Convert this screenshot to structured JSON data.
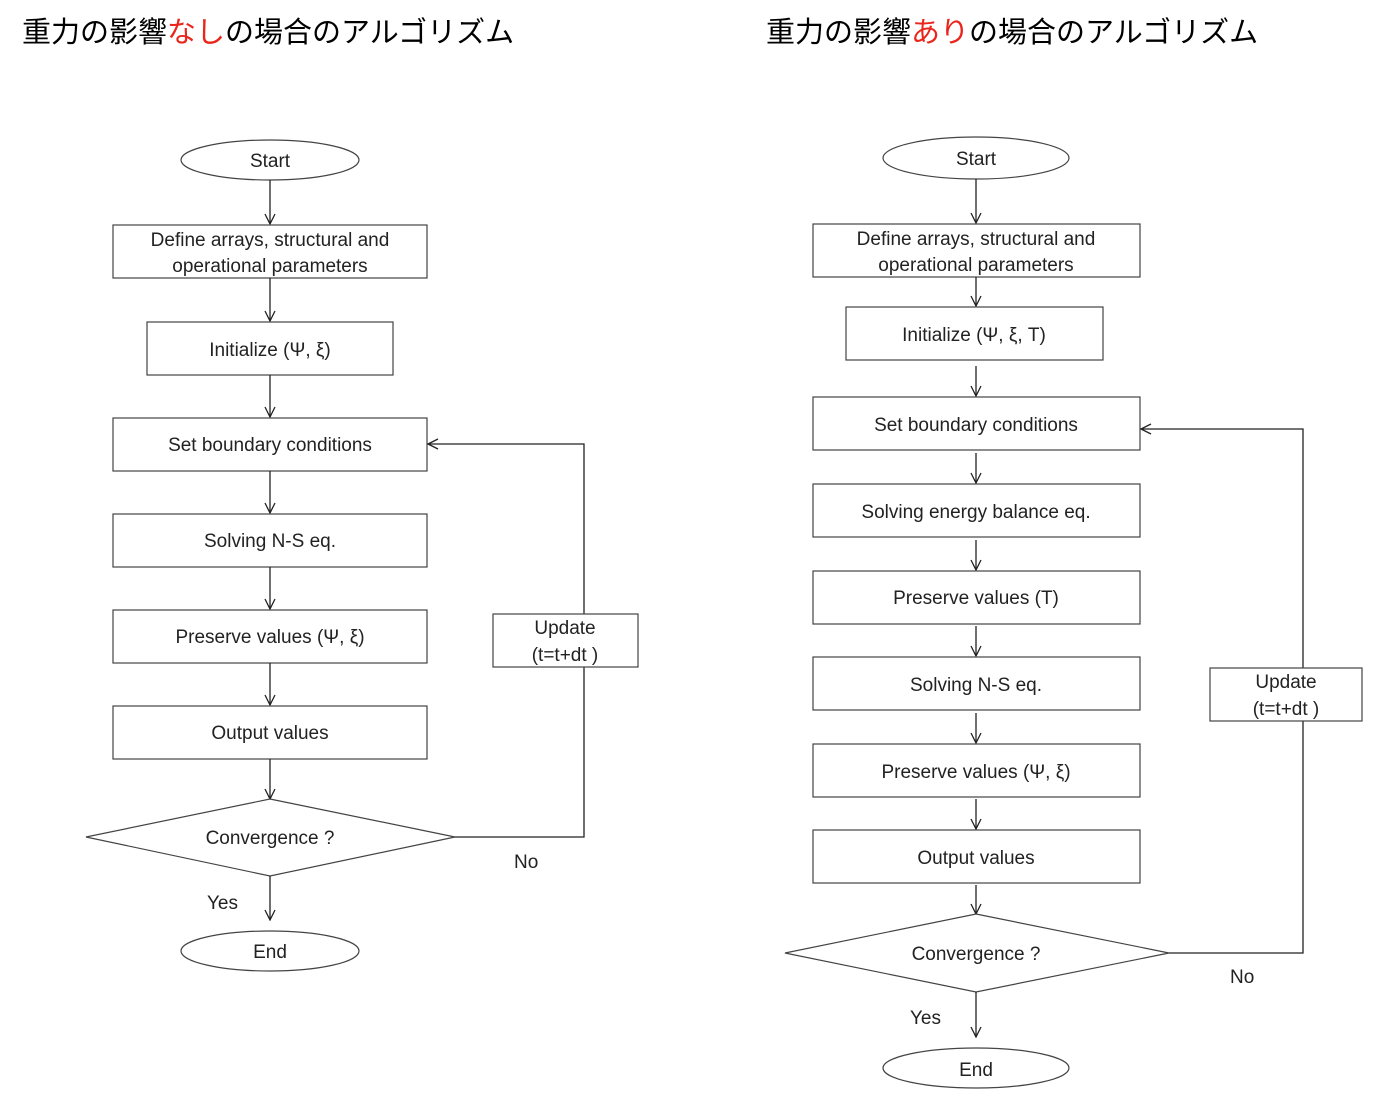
{
  "left": {
    "title": {
      "pre": "重力の影響",
      "highlight": "なし",
      "post": "の場合のアルゴリズム"
    },
    "start": "Start",
    "define": [
      "Define  arrays, structural and",
      "operational parameters"
    ],
    "initialize": "Initialize (Ψ, ξ)",
    "boundary": "Set boundary conditions",
    "solve_ns": "Solving N-S eq.",
    "preserve": "Preserve values (Ψ, ξ)",
    "output": "Output values",
    "convergence": "Convergence ?",
    "update": [
      "Update",
      "(t=t+dt )"
    ],
    "no": "No",
    "yes": "Yes",
    "end": "End"
  },
  "right": {
    "title": {
      "pre": "重力の影響",
      "highlight": "あり",
      "post": "の場合のアルゴリズム"
    },
    "start": "Start",
    "define": [
      "Define  arrays, structural and",
      "operational parameters"
    ],
    "initialize": "Initialize (Ψ, ξ, T)",
    "boundary": "Set boundary conditions",
    "solve_energy": "Solving energy balance eq.",
    "preserve_t": "Preserve values (T)",
    "solve_ns": "Solving N-S eq.",
    "preserve": "Preserve values (Ψ, ξ)",
    "output": "Output values",
    "convergence": "Convergence ?",
    "update": [
      "Update",
      "(t=t+dt )"
    ],
    "no": "No",
    "yes": "Yes",
    "end": "End"
  },
  "colors": {
    "highlight": "#e8261c"
  }
}
